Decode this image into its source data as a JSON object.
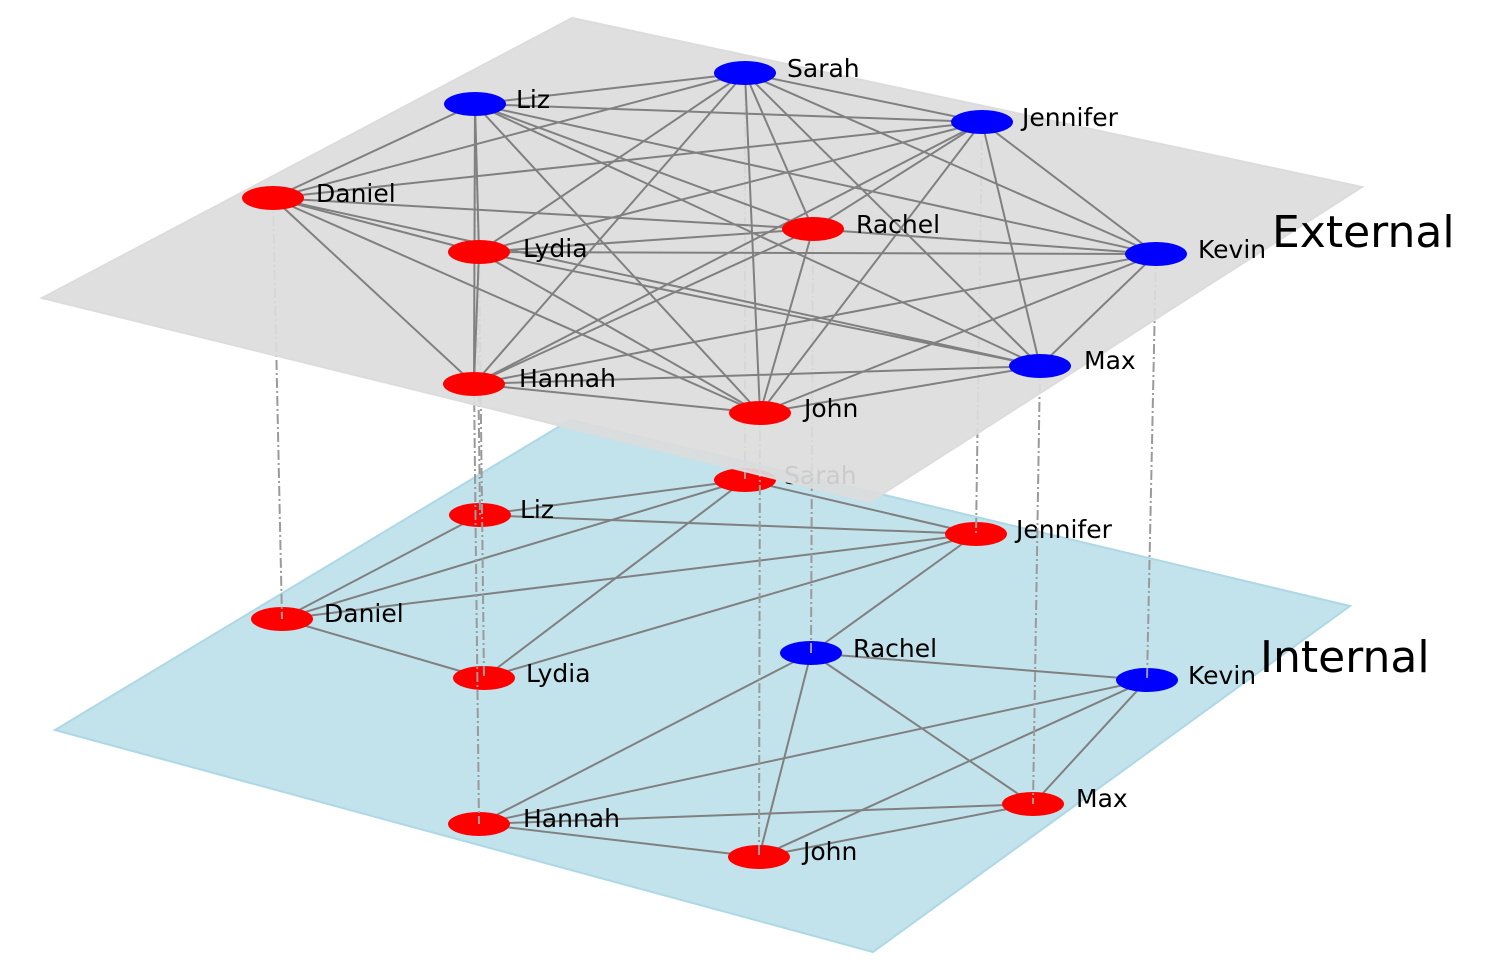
{
  "colors": {
    "external_plane": "#dcdcdc",
    "internal_plane": "#add8e6",
    "node_red": "#ff0000",
    "node_blue": "#0000ff",
    "edge": "#808080"
  },
  "layers": [
    {
      "id": "external",
      "label": "External",
      "nodes": [
        {
          "name": "Sarah",
          "color": "blue"
        },
        {
          "name": "Liz",
          "color": "blue"
        },
        {
          "name": "Jennifer",
          "color": "blue"
        },
        {
          "name": "Daniel",
          "color": "red"
        },
        {
          "name": "Rachel",
          "color": "red"
        },
        {
          "name": "Lydia",
          "color": "red"
        },
        {
          "name": "Kevin",
          "color": "blue"
        },
        {
          "name": "Max",
          "color": "blue"
        },
        {
          "name": "Hannah",
          "color": "red"
        },
        {
          "name": "John",
          "color": "red"
        }
      ],
      "edges": [
        [
          "Sarah",
          "Liz"
        ],
        [
          "Sarah",
          "Jennifer"
        ],
        [
          "Sarah",
          "Daniel"
        ],
        [
          "Sarah",
          "Rachel"
        ],
        [
          "Sarah",
          "Lydia"
        ],
        [
          "Sarah",
          "Kevin"
        ],
        [
          "Sarah",
          "Max"
        ],
        [
          "Sarah",
          "Hannah"
        ],
        [
          "Sarah",
          "John"
        ],
        [
          "Liz",
          "Jennifer"
        ],
        [
          "Liz",
          "Daniel"
        ],
        [
          "Liz",
          "Rachel"
        ],
        [
          "Liz",
          "Lydia"
        ],
        [
          "Liz",
          "Kevin"
        ],
        [
          "Liz",
          "Max"
        ],
        [
          "Liz",
          "Hannah"
        ],
        [
          "Liz",
          "John"
        ],
        [
          "Jennifer",
          "Daniel"
        ],
        [
          "Jennifer",
          "Rachel"
        ],
        [
          "Jennifer",
          "Lydia"
        ],
        [
          "Jennifer",
          "Kevin"
        ],
        [
          "Jennifer",
          "Max"
        ],
        [
          "Jennifer",
          "Hannah"
        ],
        [
          "Jennifer",
          "John"
        ],
        [
          "Daniel",
          "Rachel"
        ],
        [
          "Daniel",
          "Lydia"
        ],
        [
          "Daniel",
          "Max"
        ],
        [
          "Daniel",
          "Hannah"
        ],
        [
          "Daniel",
          "John"
        ],
        [
          "Rachel",
          "Lydia"
        ],
        [
          "Rachel",
          "Kevin"
        ],
        [
          "Rachel",
          "Hannah"
        ],
        [
          "Rachel",
          "John"
        ],
        [
          "Lydia",
          "Kevin"
        ],
        [
          "Lydia",
          "Max"
        ],
        [
          "Lydia",
          "Hannah"
        ],
        [
          "Lydia",
          "John"
        ],
        [
          "Kevin",
          "Max"
        ],
        [
          "Kevin",
          "Hannah"
        ],
        [
          "Kevin",
          "John"
        ],
        [
          "Max",
          "Hannah"
        ],
        [
          "Max",
          "John"
        ],
        [
          "Hannah",
          "John"
        ]
      ]
    },
    {
      "id": "internal",
      "label": "Internal",
      "nodes": [
        {
          "name": "Sarah",
          "color": "red"
        },
        {
          "name": "Liz",
          "color": "red"
        },
        {
          "name": "Jennifer",
          "color": "red"
        },
        {
          "name": "Daniel",
          "color": "red"
        },
        {
          "name": "Rachel",
          "color": "blue"
        },
        {
          "name": "Lydia",
          "color": "red"
        },
        {
          "name": "Kevin",
          "color": "blue"
        },
        {
          "name": "Max",
          "color": "red"
        },
        {
          "name": "Hannah",
          "color": "red"
        },
        {
          "name": "John",
          "color": "red"
        }
      ],
      "edges": [
        [
          "Sarah",
          "Liz"
        ],
        [
          "Sarah",
          "Jennifer"
        ],
        [
          "Sarah",
          "Daniel"
        ],
        [
          "Sarah",
          "Lydia"
        ],
        [
          "Liz",
          "Jennifer"
        ],
        [
          "Liz",
          "Daniel"
        ],
        [
          "Jennifer",
          "Daniel"
        ],
        [
          "Jennifer",
          "Lydia"
        ],
        [
          "Jennifer",
          "Rachel"
        ],
        [
          "Daniel",
          "Lydia"
        ],
        [
          "Rachel",
          "Kevin"
        ],
        [
          "Rachel",
          "Max"
        ],
        [
          "Rachel",
          "Hannah"
        ],
        [
          "Rachel",
          "John"
        ],
        [
          "Kevin",
          "Max"
        ],
        [
          "Kevin",
          "Hannah"
        ],
        [
          "Kevin",
          "John"
        ],
        [
          "Hannah",
          "Max"
        ],
        [
          "Hannah",
          "John"
        ],
        [
          "John",
          "Max"
        ]
      ]
    }
  ]
}
